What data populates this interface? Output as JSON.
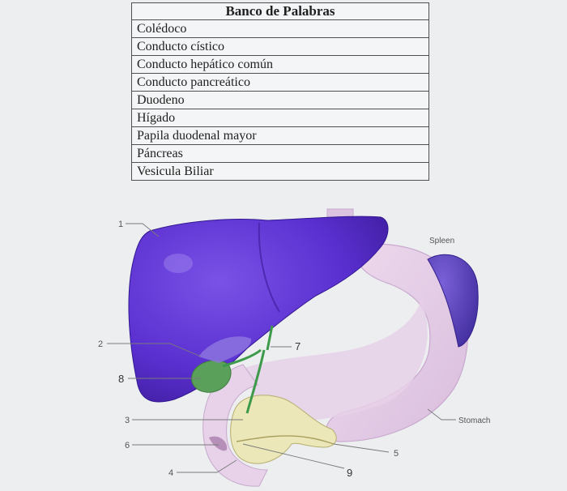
{
  "word_bank": {
    "title": "Banco de Palabras",
    "terms": [
      "Colédoco",
      "Conducto cístico",
      "Conducto hepático común",
      "Conducto pancreático",
      "Duodeno",
      "Hígado",
      "Papila duodenal mayor",
      "Páncreas",
      "Vesicula Biliar"
    ]
  },
  "diagram": {
    "organ_labels": {
      "spleen": "Spleen",
      "stomach": "Stomach"
    },
    "number_labels": {
      "n1": "1",
      "n2": "2",
      "n3": "3",
      "n4": "4",
      "n5": "5",
      "n6": "6",
      "n7": "7",
      "n8": "8",
      "n9": "9"
    },
    "colors": {
      "liver": "#5a2fd0",
      "liver_dark": "#4520a8",
      "stomach": "#e4cce6",
      "stomach_shade": "#cfb0d4",
      "spleen": "#5b3fc0",
      "gallbladder": "#5aa05a",
      "pancreas": "#ece7b8",
      "ducts": "#3d9a4a"
    }
  }
}
